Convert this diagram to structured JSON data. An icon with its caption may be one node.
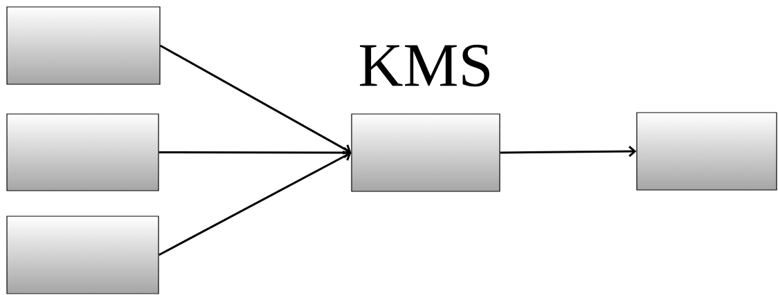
{
  "diagram": {
    "nodes": [
      {
        "text": [],
        "shape": "box"
      },
      {
        "text": [],
        "shape": "box"
      },
      {
        "text": [],
        "shape": "box"
      },
      {
        "text": [],
        "shape": "box"
      },
      {
        "text": [],
        "shape": "box"
      }
    ],
    "edges": [
      {
        "from": 0,
        "to": 3,
        "arrow": "to"
      },
      {
        "from": 1,
        "to": 3,
        "arrow": "to"
      },
      {
        "from": 2,
        "to": 3,
        "arrow": "to"
      },
      {
        "from": 3,
        "to": 4,
        "arrow": "to"
      }
    ],
    "labels": [
      "KMS"
    ]
  }
}
